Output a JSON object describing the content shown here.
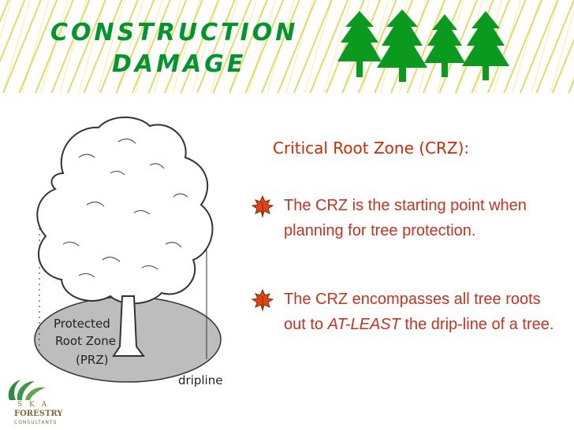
{
  "slide": {
    "title_line1": "CONSTRUCTION",
    "title_line2": "DAMAGE",
    "subtitle": "Critical Root Zone (CRZ):",
    "bullets": [
      {
        "text": "The CRZ is the starting point when planning for tree protection."
      },
      {
        "text_before": "The CRZ encompasses all tree roots out to ",
        "text_emphasis": "AT-LEAST",
        "text_after": " the drip-line of a tree."
      }
    ]
  },
  "illustration": {
    "label_prz_line1": "Protected",
    "label_prz_line2": "Root Zone",
    "label_prz_line3": "(PRZ)",
    "label_dripline": "dripline"
  },
  "logo": {
    "top_letters": "S K A",
    "name": "FORESTRY",
    "tagline": "CONSULTANTS"
  },
  "colors": {
    "title": "#00962e",
    "bullet_text": "#c8321f",
    "subtitle": "#d22a00",
    "trees": "#0a9a1e",
    "stripes": "#e1d446",
    "root_zone": "#bdbdbd"
  },
  "icons": [
    "pine-trees-icon",
    "maple-leaf-bullet-icon",
    "ska-logo-icon"
  ]
}
